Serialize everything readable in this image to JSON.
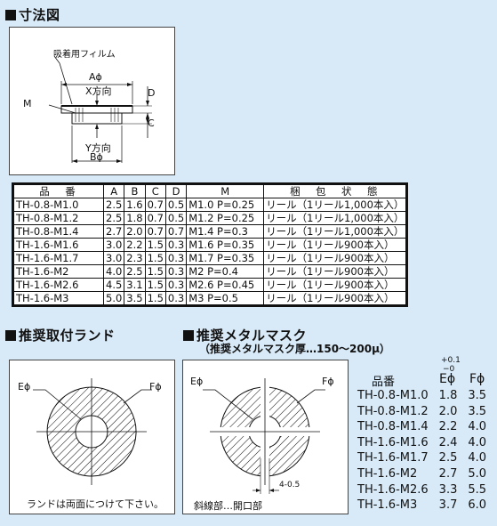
{
  "sections": {
    "dimension": "寸法図",
    "land": "推奨取付ランド",
    "mask": "推奨メタルマスク",
    "mask_sub": "（推奨メタルマスク厚…150〜200μ）"
  },
  "diagram": {
    "film": "吸着用フィルム",
    "a_label": "Aϕ",
    "x_dir": "X方向",
    "m_label": "M",
    "d_label": "D",
    "c_label": "C",
    "y_dir": "Y方向",
    "b_label": "Bϕ"
  },
  "spec_table": {
    "headers": [
      "品　番",
      "A",
      "B",
      "C",
      "D",
      "M",
      "梱　包　状　態"
    ],
    "rows": [
      [
        "TH-0.8-M1.0",
        "2.5",
        "1.6",
        "0.7",
        "0.5",
        "M1.0 P=0.25",
        "リール（1リール1,000本入）"
      ],
      [
        "TH-0.8-M1.2",
        "2.5",
        "1.8",
        "0.7",
        "0.5",
        "M1.2 P=0.25",
        "リール（1リール1,000本入）"
      ],
      [
        "TH-0.8-M1.4",
        "2.7",
        "2.0",
        "0.7",
        "0.7",
        "M1.4 P=0.3",
        "リール（1リール1,000本入）"
      ],
      [
        "TH-1.6-M1.6",
        "3.0",
        "2.2",
        "1.5",
        "0.3",
        "M1.6 P=0.35",
        "リール（1リール900本入）"
      ],
      [
        "TH-1.6-M1.7",
        "3.0",
        "2.3",
        "1.5",
        "0.3",
        "M1.7 P=0.35",
        "リール（1リール900本入）"
      ],
      [
        "TH-1.6-M2",
        "4.0",
        "2.5",
        "1.5",
        "0.3",
        "M2 P=0.4",
        "リール（1リール900本入）"
      ],
      [
        "TH-1.6-M2.6",
        "4.5",
        "3.1",
        "1.5",
        "0.3",
        "M2.6 P=0.45",
        "リール（1リール900本入）"
      ],
      [
        "TH-1.6-M3",
        "5.0",
        "3.5",
        "1.5",
        "0.3",
        "M3 P=0.5",
        "リール（1リール900本入）"
      ]
    ]
  },
  "land": {
    "e_label": "Eϕ",
    "f_label": "Fϕ",
    "note": "ランドは両面につけて下さい。"
  },
  "mask": {
    "e_label": "Eϕ",
    "f_label": "Fϕ",
    "dim": "4-0.5",
    "note": "斜線部…開口部"
  },
  "right_table": {
    "header_name": "品番",
    "header_e": "Eϕ",
    "header_f": "Fϕ",
    "tol_plus": "+0.1",
    "tol_minus": "−0",
    "rows": [
      [
        "TH-0.8-M1.0",
        "1.8",
        "3.5"
      ],
      [
        "TH-0.8-M1.2",
        "2.0",
        "3.5"
      ],
      [
        "TH-0.8-M1.4",
        "2.2",
        "4.0"
      ],
      [
        "TH-1.6-M1.6",
        "2.4",
        "4.0"
      ],
      [
        "TH-1.6-M1.7",
        "2.5",
        "4.0"
      ],
      [
        "TH-1.6-M2",
        "2.7",
        "5.0"
      ],
      [
        "TH-1.6-M2.6",
        "3.3",
        "5.5"
      ],
      [
        "TH-1.6-M3",
        "3.7",
        "6.0"
      ]
    ]
  }
}
